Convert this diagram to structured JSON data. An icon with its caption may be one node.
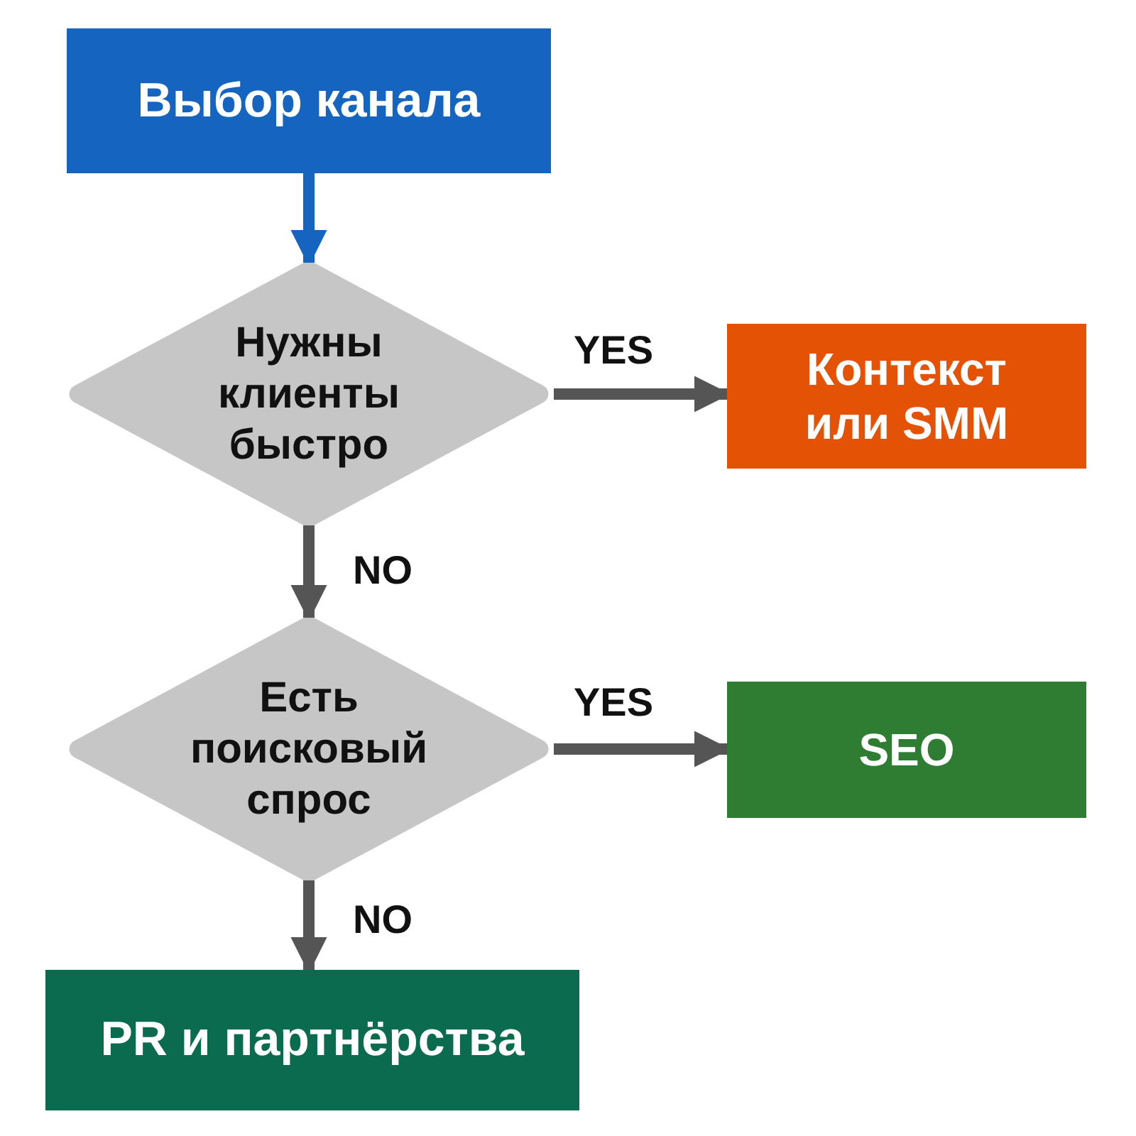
{
  "diagram": {
    "nodes": [
      {
        "text": [
          "Выбор канала"
        ]
      },
      {
        "text": [
          "Нужны клиенты быстро"
        ]
      },
      {
        "text": [
          "Контекст или SMM"
        ]
      },
      {
        "text": [
          "Есть поисковый спрос"
        ]
      },
      {
        "text": [
          "SEO"
        ]
      },
      {
        "text": [
          "PR и партнёрства"
        ]
      }
    ],
    "edges": [
      {
        "from": 0,
        "to": 1,
        "arrow": "to",
        "color": "#1565c0"
      },
      {
        "from": 1,
        "to": 2,
        "arrow": "to",
        "label": "YES"
      },
      {
        "from": 1,
        "to": 3,
        "arrow": "to",
        "label": "NO"
      },
      {
        "from": 3,
        "to": 4,
        "arrow": "to",
        "label": "YES"
      },
      {
        "from": 3,
        "to": 5,
        "arrow": "to",
        "label": "NO"
      }
    ]
  }
}
